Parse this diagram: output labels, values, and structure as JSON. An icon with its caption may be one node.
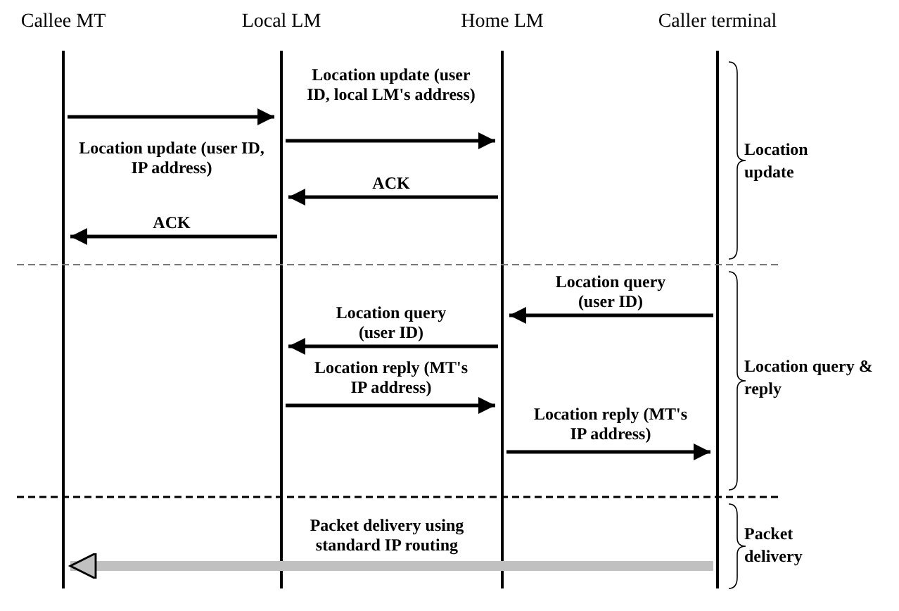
{
  "diagram": {
    "nodes": [
      {
        "text": [
          "Callee MT"
        ]
      },
      {
        "text": [
          "Local LM"
        ]
      },
      {
        "text": [
          "Home LM"
        ]
      },
      {
        "text": [
          "Caller terminal"
        ]
      }
    ],
    "edges": [
      {
        "from": 0,
        "to": 1,
        "arrow": "to",
        "label": "Location update (user ID, IP address)"
      },
      {
        "from": 1,
        "to": 2,
        "arrow": "to",
        "label": "Location update (user ID, local LM's address)"
      },
      {
        "from": 2,
        "to": 1,
        "arrow": "to",
        "label": "ACK"
      },
      {
        "from": 1,
        "to": 0,
        "arrow": "to",
        "label": "ACK"
      },
      {
        "from": 3,
        "to": 2,
        "arrow": "to",
        "label": "Location query (user ID)"
      },
      {
        "from": 2,
        "to": 1,
        "arrow": "to",
        "label": "Location query (user ID)"
      },
      {
        "from": 1,
        "to": 2,
        "arrow": "to",
        "label": "Location reply (MT's IP address)"
      },
      {
        "from": 2,
        "to": 3,
        "arrow": "to",
        "label": "Location reply (MT's IP address)"
      },
      {
        "from": 3,
        "to": 0,
        "arrow": "to",
        "label": "Packet delivery using standard IP routing",
        "style": "thick",
        "color": "#c0c0c0"
      }
    ],
    "labels": [
      "Location update",
      "Location query & reply",
      "Packet delivery"
    ]
  }
}
